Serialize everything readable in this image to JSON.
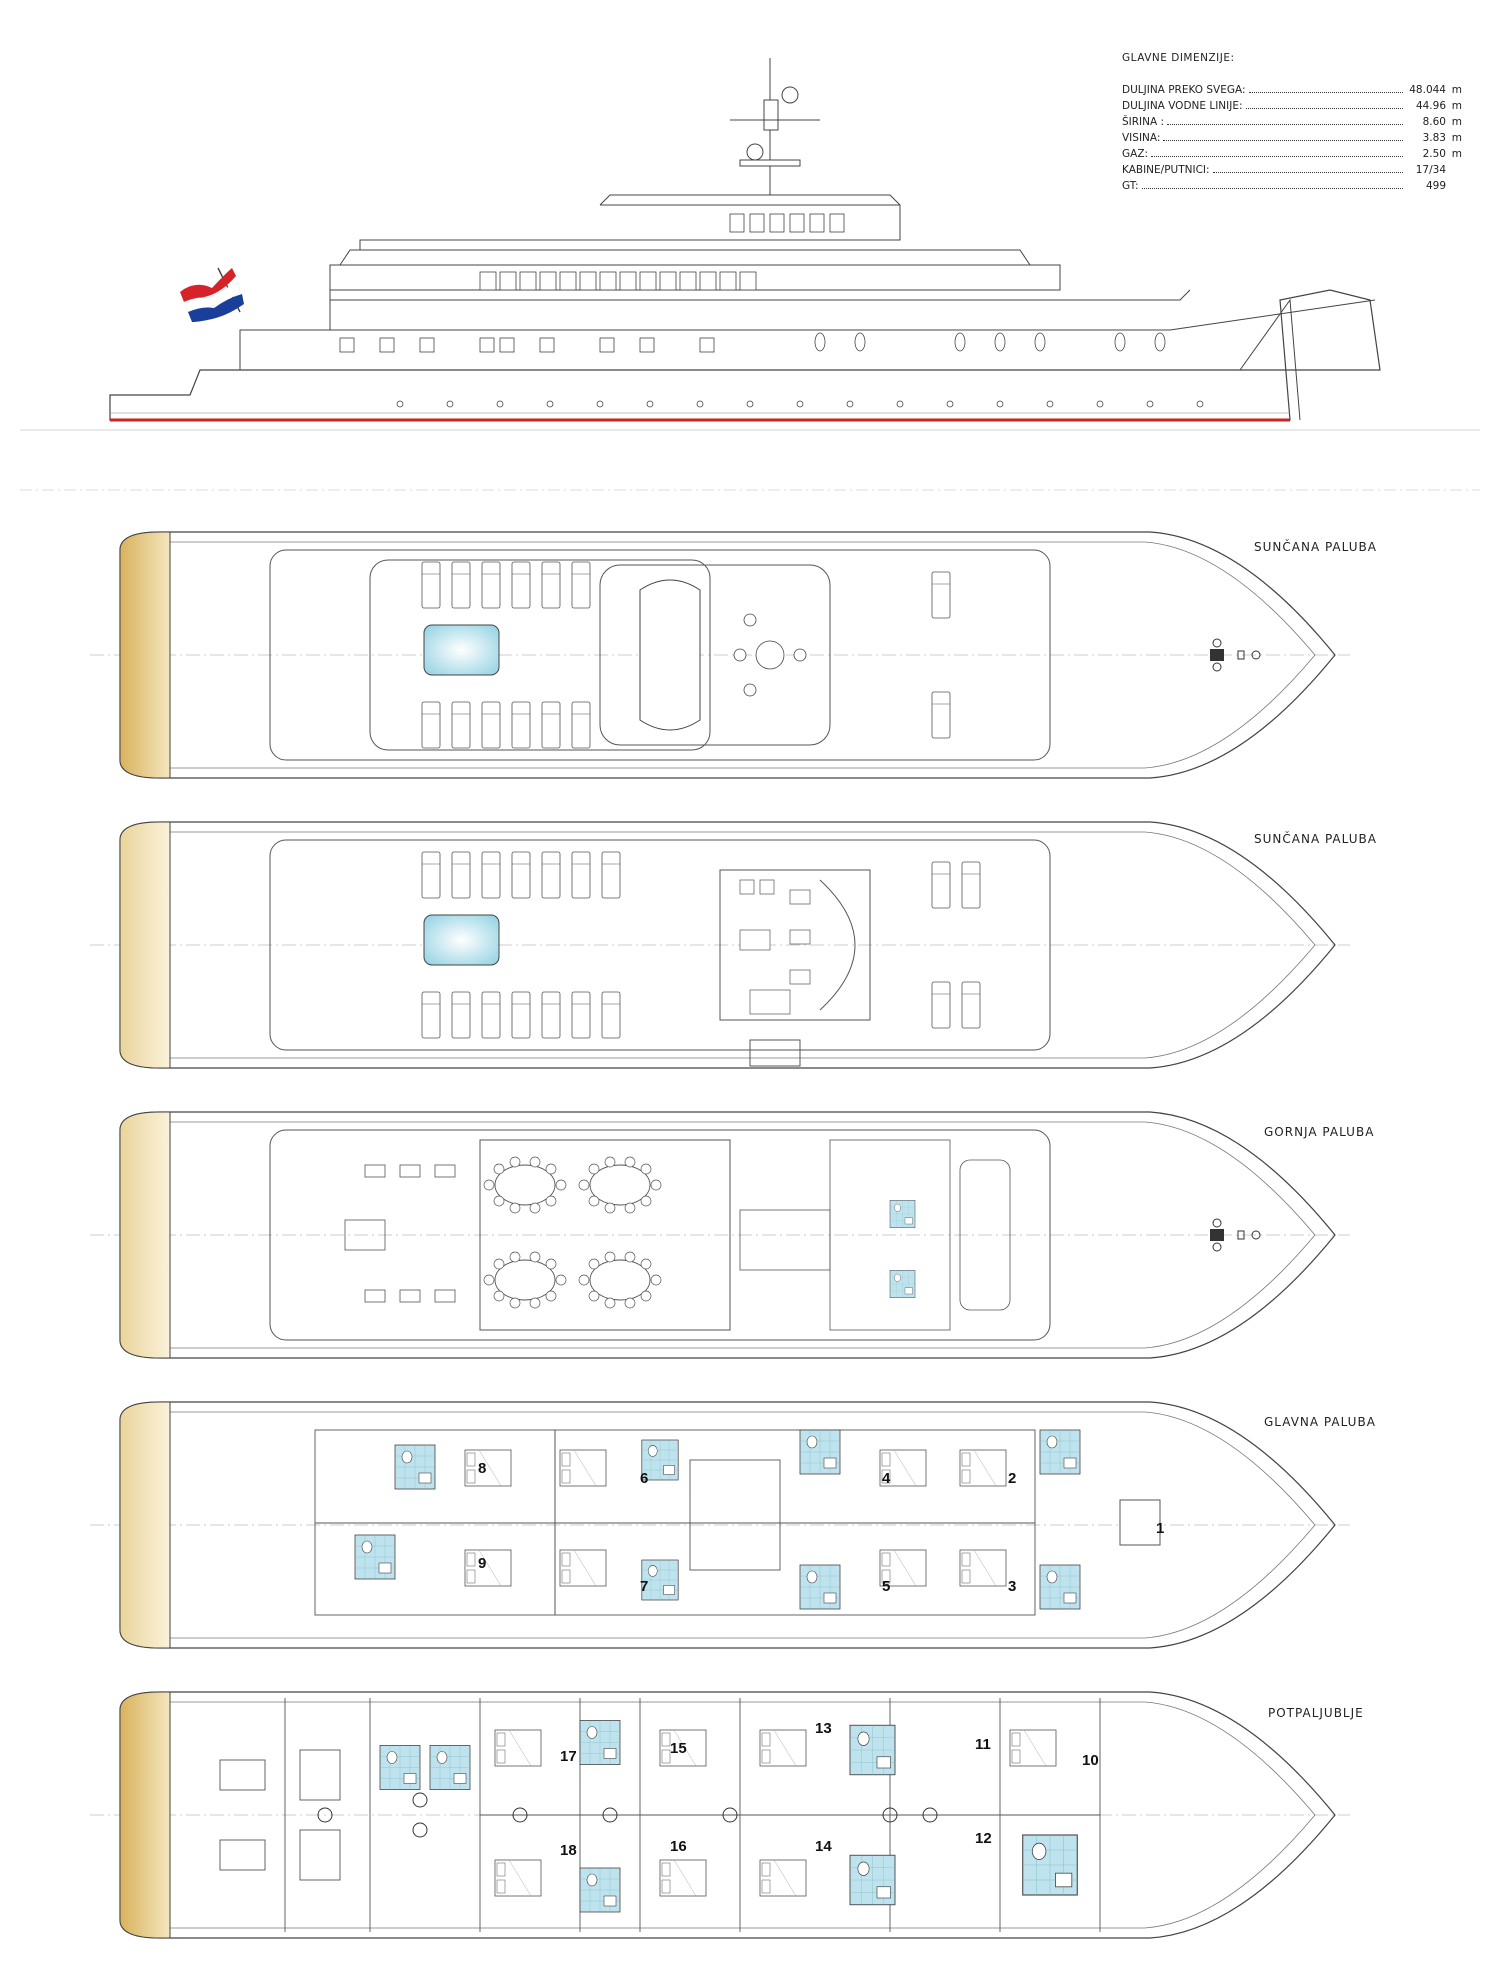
{
  "dimensions": {
    "title": "GLAVNE DIMENZIJE:",
    "rows": [
      {
        "label": "DULJINA PREKO SVEGA:",
        "value": "48.044",
        "unit": "m"
      },
      {
        "label": "DULJINA VODNE LINIJE:",
        "value": "44.96",
        "unit": "m"
      },
      {
        "label": "ŠIRINA :",
        "value": "8.60",
        "unit": "m"
      },
      {
        "label": "VISINA:",
        "value": "3.83",
        "unit": "m"
      },
      {
        "label": "GAZ:",
        "value": "2.50",
        "unit": "m"
      },
      {
        "label": "KABINE/PUTNICI:",
        "value": "17/34",
        "unit": ""
      },
      {
        "label": "GT:",
        "value": "499",
        "unit": ""
      }
    ]
  },
  "decks": [
    {
      "title": "SUNČANA PALUBA"
    },
    {
      "title": "SUNČANA PALUBA"
    },
    {
      "title": "GORNJA PALUBA"
    },
    {
      "title": "GLAVNA PALUBA"
    },
    {
      "title": "POTPALJUBLJE"
    }
  ],
  "cabins": {
    "main_deck": [
      "8",
      "9",
      "6",
      "7",
      "4",
      "5",
      "2",
      "3",
      "1"
    ],
    "lower_deck": [
      "17",
      "18",
      "15",
      "16",
      "13",
      "14",
      "11",
      "12",
      "10"
    ]
  },
  "colors": {
    "line": "#444444",
    "sand": "#e8d29a",
    "water": "#bfe3ee",
    "pool": "#a9dbe8",
    "hull_stripe": "#cc2222",
    "flag_red": "#d6232a",
    "flag_blue": "#1a3f9a"
  }
}
